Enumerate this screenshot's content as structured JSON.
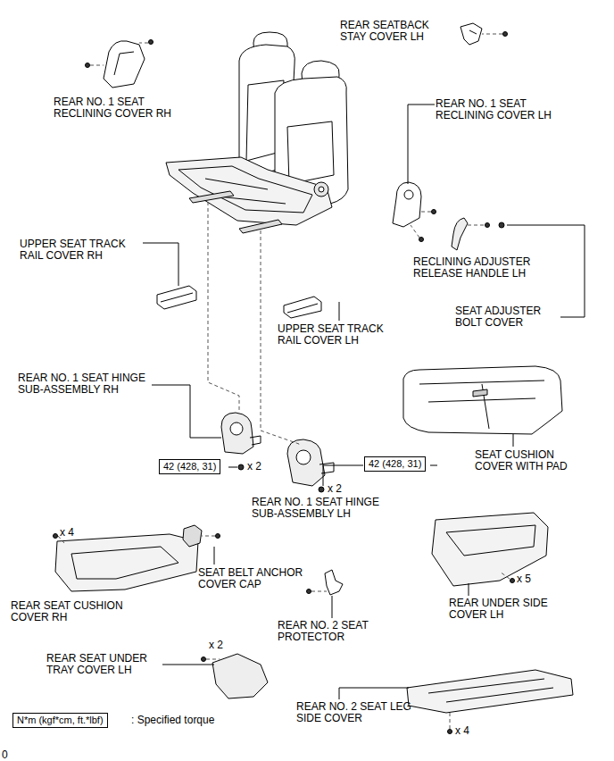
{
  "diagram": {
    "nodes": [
      {
        "text": [
          "42 (428, 31)"
        ]
      },
      {
        "text": [
          "42 (428, 31)"
        ]
      },
      {
        "text": [
          "N*m (kgf*cm, ft.*lbf)"
        ]
      }
    ],
    "labels": [
      "REAR SEATBACK STAY COVER LH",
      "REAR NO. 1 SEAT RECLINING COVER RH",
      "REAR NO. 1 SEAT RECLINING COVER LH",
      "UPPER SEAT TRACK RAIL COVER RH",
      "RECLINING ADJUSTER RELEASE HANDLE LH",
      "SEAT ADJUSTER BOLT COVER",
      "UPPER SEAT TRACK RAIL COVER LH",
      "REAR NO. 1 SEAT HINGE SUB-ASSEMBLY RH",
      "SEAT CUSHION COVER WITH PAD",
      "x 2",
      "x 2",
      "REAR NO. 1 SEAT HINGE SUB-ASSEMBLY LH",
      "x 4",
      "SEAT BELT ANCHOR COVER CAP",
      "x 5",
      "REAR SEAT CUSHION COVER RH",
      "REAR UNDER SIDE COVER LH",
      "REAR NO. 2 SEAT PROTECTOR",
      "x 2",
      "REAR SEAT UNDER TRAY COVER LH",
      "REAR NO. 2 SEAT LEG SIDE COVER",
      ": Specified torque",
      "x 4",
      "0"
    ]
  }
}
